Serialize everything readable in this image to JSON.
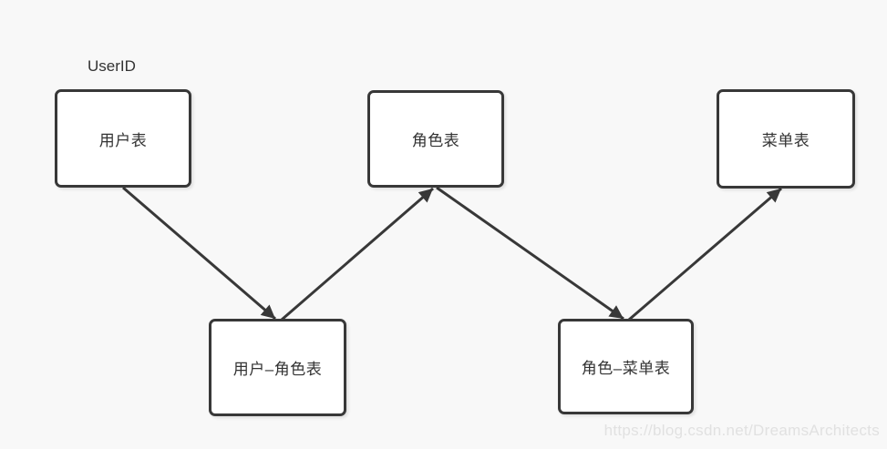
{
  "page": {
    "background_color": "#f8f8f8",
    "watermark_text": "https://blog.csdn.net/DreamsArchitects",
    "watermark_color": "#e1e1e1"
  },
  "diagram": {
    "annotation_label": "UserID",
    "nodes": [
      {
        "id": "user-table",
        "label": "用户表"
      },
      {
        "id": "role-table",
        "label": "角色表"
      },
      {
        "id": "menu-table",
        "label": "菜单表"
      },
      {
        "id": "user-role-table",
        "label": "用户–角色表"
      },
      {
        "id": "role-menu-table",
        "label": "角色–菜单表"
      }
    ],
    "edges": [
      {
        "from": "user-table",
        "to": "user-role-table",
        "direction": "down-right",
        "arrowhead": "filled-triangle"
      },
      {
        "from": "user-role-table",
        "to": "role-table",
        "direction": "up-right",
        "arrowhead": "filled-triangle"
      },
      {
        "from": "role-table",
        "to": "role-menu-table",
        "direction": "down-right",
        "arrowhead": "filled-triangle"
      },
      {
        "from": "role-menu-table",
        "to": "menu-table",
        "direction": "up-right",
        "arrowhead": "filled-triangle"
      }
    ],
    "colors": {
      "node_border": "#383838",
      "node_fill": "#ffffff",
      "arrow": "#383838",
      "label_text": "#333333"
    }
  }
}
